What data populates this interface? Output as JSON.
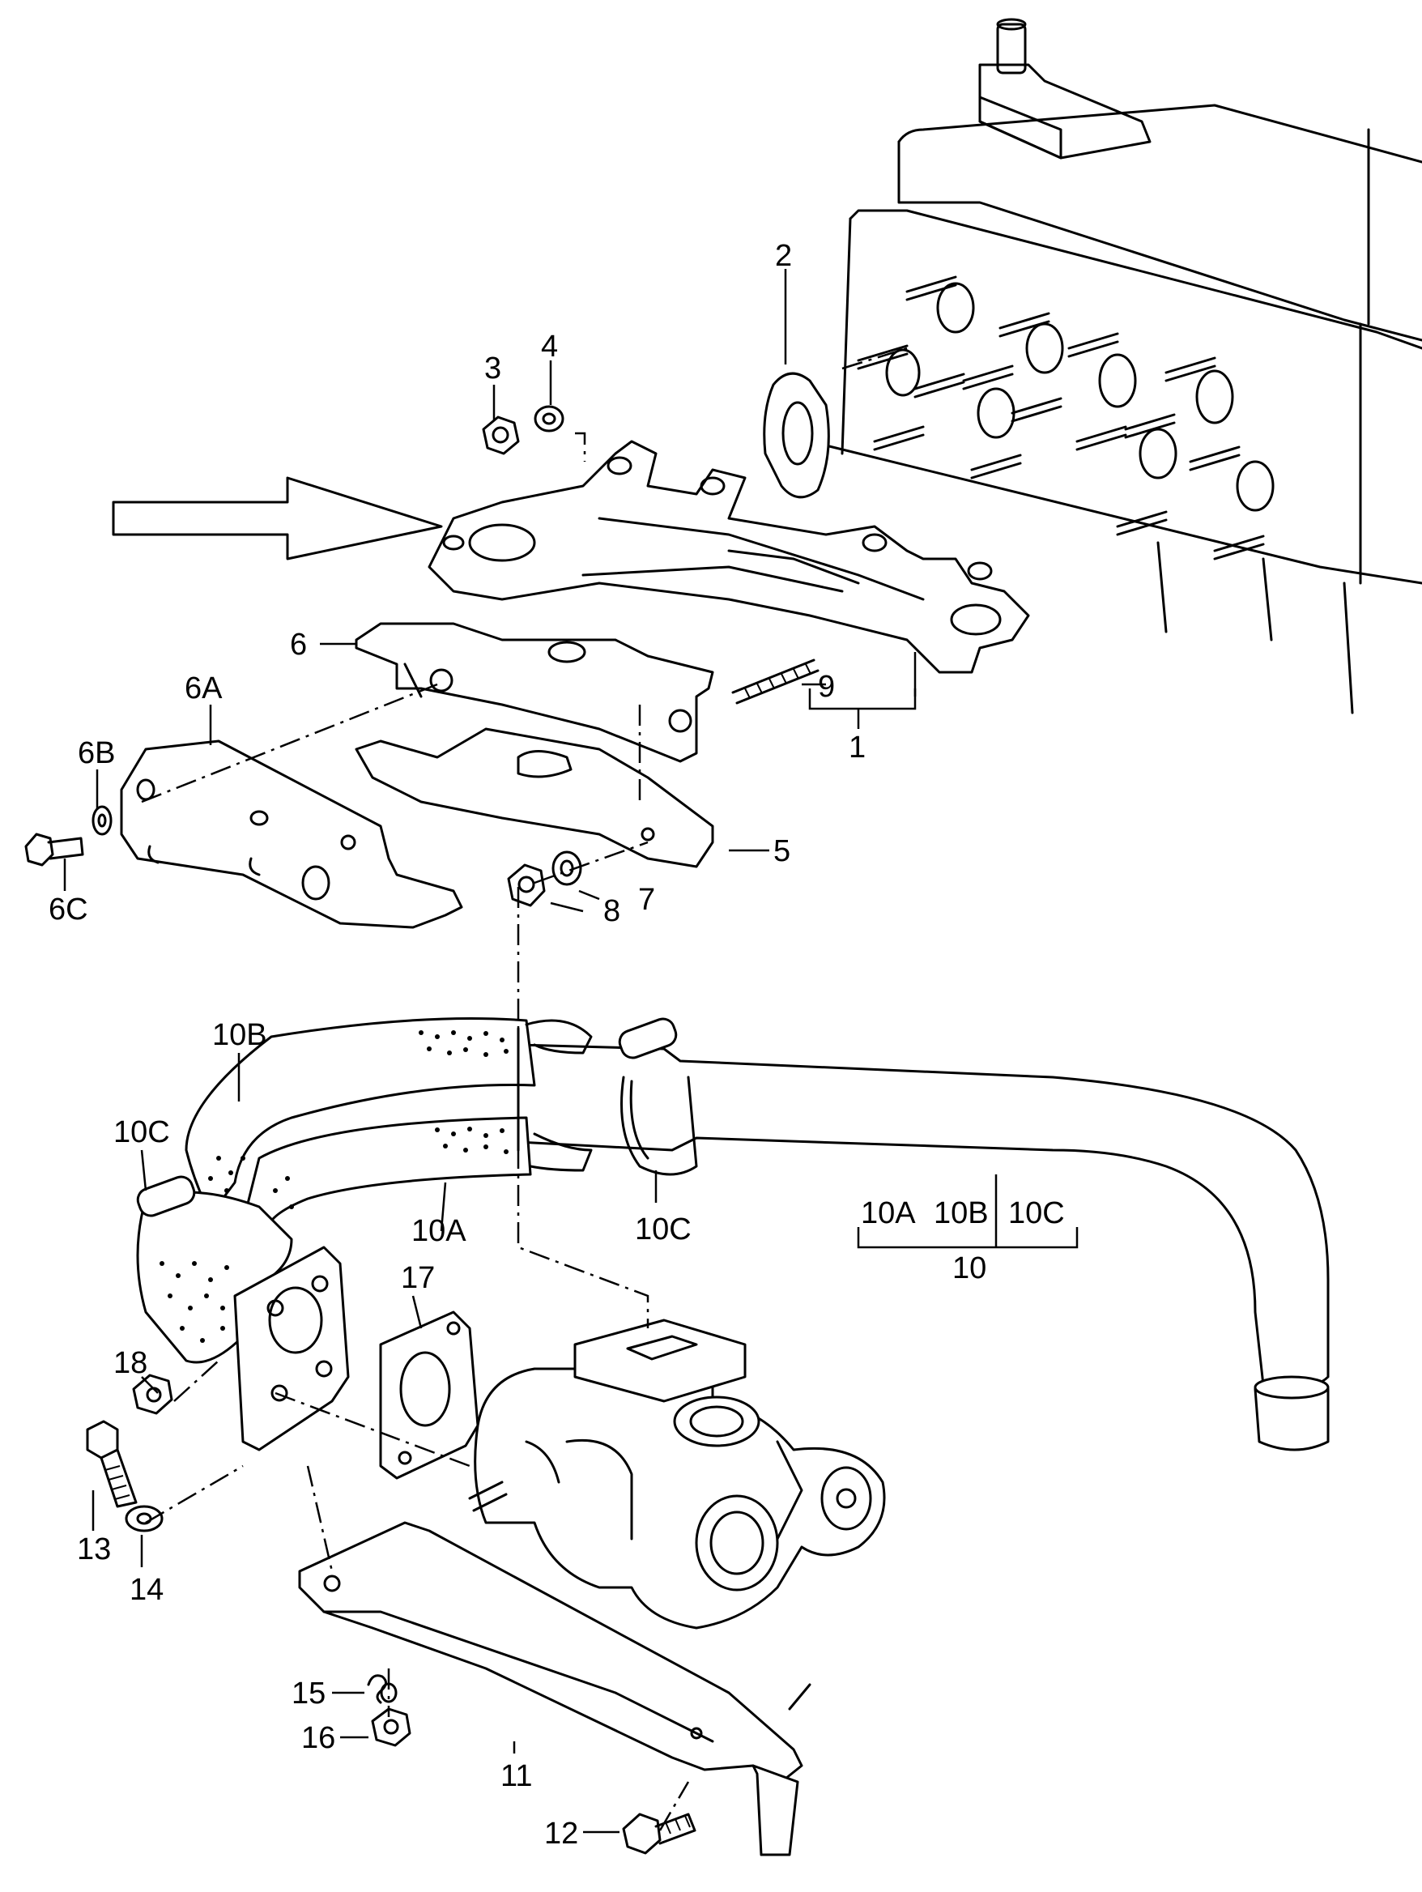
{
  "labels": {
    "p1": "1",
    "p2": "2",
    "p3": "3",
    "p4": "4",
    "p5": "5",
    "p6": "6",
    "p6A": "6A",
    "p6B": "6B",
    "p6C": "6C",
    "p7": "7",
    "p8": "8",
    "p9": "9",
    "p10": "10",
    "p10A": "10A",
    "p10B": "10B",
    "p10C": "10C",
    "p10C_clamp": "10C",
    "p10C_left": "10C",
    "p10A_g": "10A",
    "p10B_g": "10B",
    "p10C_g": "10C",
    "p11": "11",
    "p12": "12",
    "p13": "13",
    "p14": "14",
    "p15": "15",
    "p16": "16",
    "p17": "17",
    "p18": "18"
  }
}
